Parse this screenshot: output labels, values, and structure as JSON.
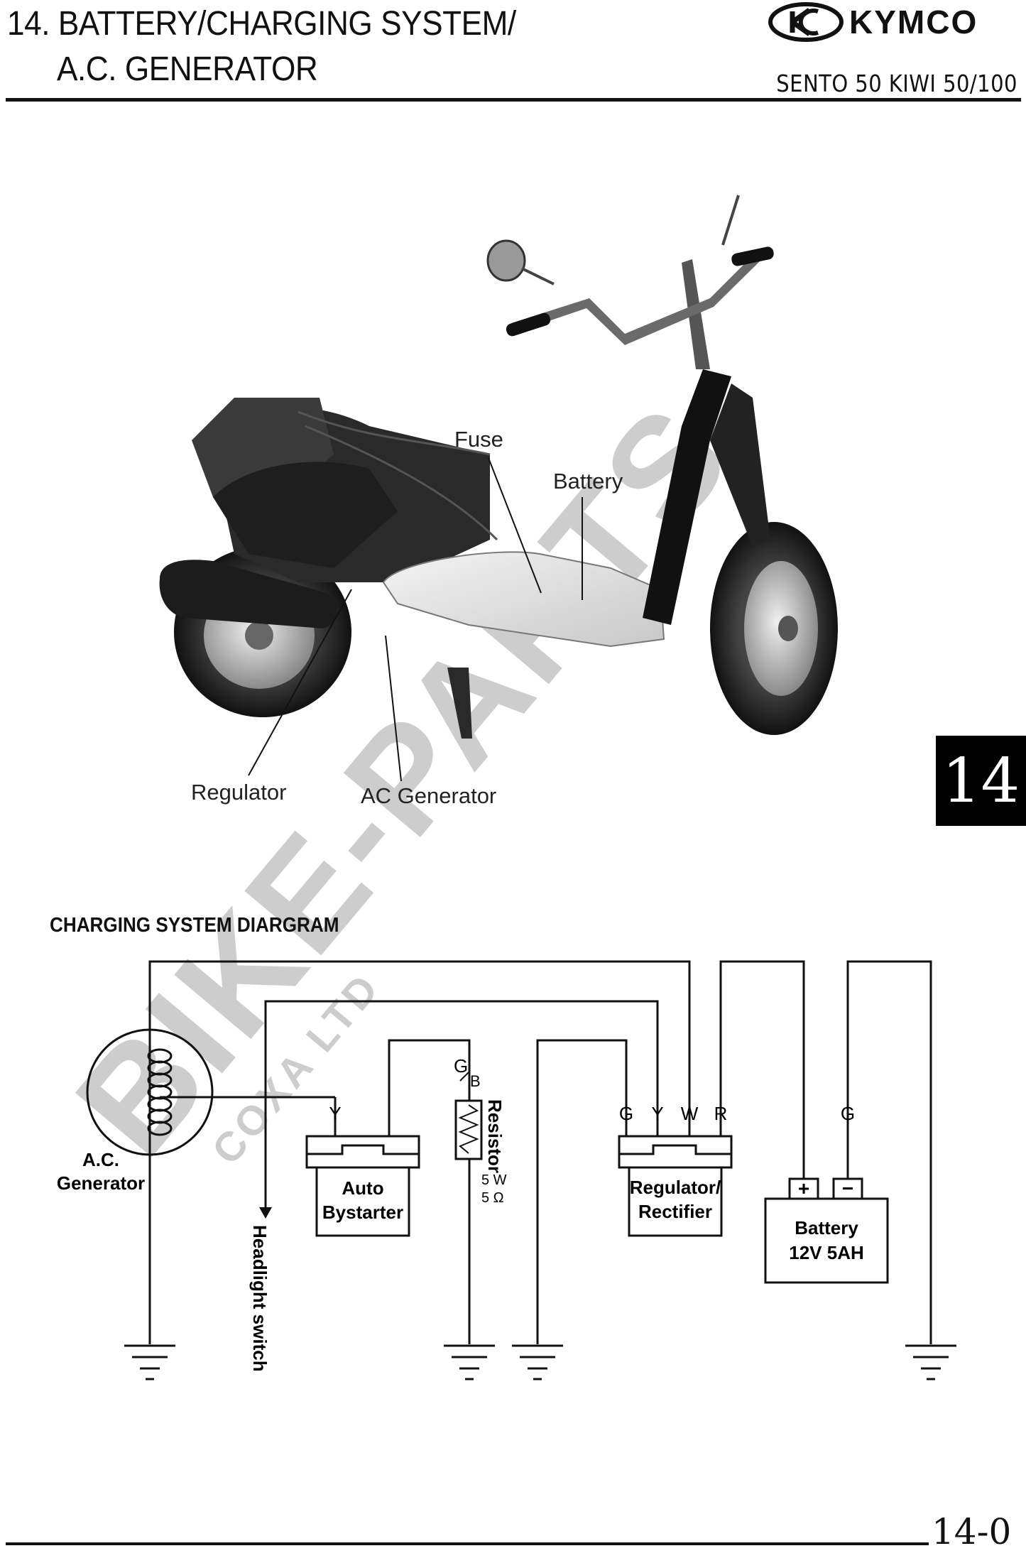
{
  "header": {
    "title_line1": "14. BATTERY/CHARGING SYSTEM/",
    "title_line2": "A.C. GENERATOR",
    "brand": "KYMCO",
    "model": "SENTO 50 KIWI 50/100"
  },
  "chapter_tab": "14",
  "photo": {
    "labels": {
      "fuse": "Fuse",
      "battery": "Battery",
      "regulator": "Regulator",
      "ac_generator": "AC Generator"
    }
  },
  "watermark": {
    "main": "BIKE-PARTS",
    "sub": "COXA LTD"
  },
  "diagram": {
    "title": "CHARGING SYSTEM DIARGRAM",
    "ac_generator_label_1": "A.C.",
    "ac_generator_label_2": "Generator",
    "headlight_switch": "Headlight switch",
    "auto_bystarter_1": "Auto",
    "auto_bystarter_2": "Bystarter",
    "resistor": "Resistor",
    "resistor_w": "5 W",
    "resistor_ohm": "5 Ω",
    "resistor_wire_main": "G",
    "resistor_wire_sub": "B",
    "regulator_1": "Regulator/",
    "regulator_2": "Rectifier",
    "battery_1": "Battery",
    "battery_2": "12V 5AH",
    "battery_plus": "+",
    "battery_minus": "−",
    "wire_y_bystarter": "Y",
    "reg_wires": [
      "G",
      "Y",
      "W",
      "R"
    ],
    "wire_g_battery": "G"
  },
  "footer": {
    "page_number": "14-0"
  }
}
